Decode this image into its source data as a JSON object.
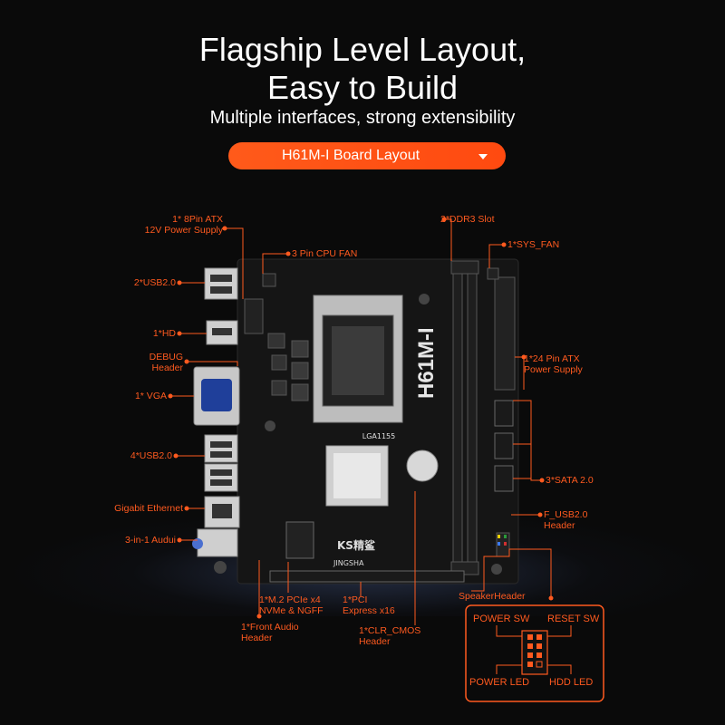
{
  "heading": {
    "line1": "Flagship Level Layout,",
    "line2": "Easy to Build",
    "subtitle": "Multiple interfaces, strong extensibility"
  },
  "selector": {
    "label": "H61M-I Board Layout",
    "icon": "caret-down-icon"
  },
  "board": {
    "model_marking": "H61M-I",
    "socket_marking": "LGA1155",
    "brand_text": "JINGSHA",
    "brand_logo_text": "KS精鲨"
  },
  "callouts": {
    "atx8_l1": "1* 8Pin ATX",
    "atx8_l2": "12V Power Supply",
    "cpu_fan": "3 Pin CPU FAN",
    "ddr3": "2*DDR3 Slot",
    "sys_fan": "1*SYS_FAN",
    "usb2_top": "2*USB2.0",
    "hd": "1*HD",
    "debug_l1": "DEBUG",
    "debug_l2": "Header",
    "atx24_l1": "1*24 Pin ATX",
    "atx24_l2": "Power Supply",
    "vga": "1* VGA",
    "usb2_4": "4*USB2.0",
    "sata": "3*SATA 2.0",
    "gigabit": "Gigabit Ethernet",
    "fusb_l1": "F_USB2.0",
    "fusb_l2": "Header",
    "audio": "3-in-1 Audui",
    "speaker": "SpeakerHeader",
    "m2_l1": "1*M.2 PCIe x4",
    "m2_l2": "NVMe & NGFF",
    "pci_l1": "1*PCI",
    "pci_l2": "Express x16",
    "front_audio_l1": "1*Front Audio",
    "front_audio_l2": "Header",
    "clr_l1": "1*CLR_CMOS",
    "clr_l2": "Header"
  },
  "front_panel": {
    "power_sw": "POWER SW",
    "reset_sw": "RESET SW",
    "power_led": "POWER LED",
    "hdd_led": "HDD  LED"
  },
  "colors": {
    "accent": "#ff5a1f",
    "pcb": "#161616",
    "background": "#0a0a0a"
  }
}
